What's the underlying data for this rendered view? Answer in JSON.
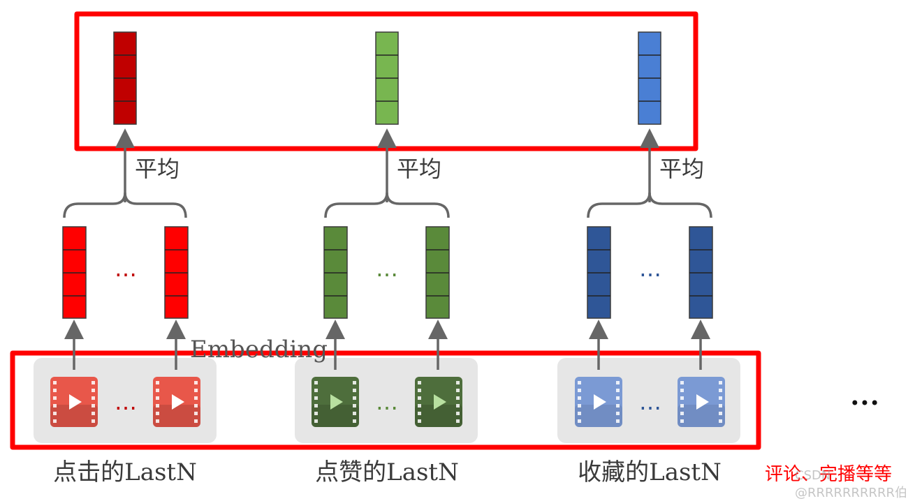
{
  "groups": [
    {
      "key": "click",
      "label": "点击的LastN",
      "avg_label": "平均",
      "colors": {
        "output": "#c00000",
        "embed": "#ff0000",
        "video": "#e8574a",
        "dots": "#c00000"
      }
    },
    {
      "key": "like",
      "label": "点赞的LastN",
      "avg_label": "平均",
      "colors": {
        "output": "#78b650",
        "embed": "#5a8a3a",
        "video": "#4e6e3c",
        "dots": "#5a8a3a"
      }
    },
    {
      "key": "fav",
      "label": "收藏的LastN",
      "avg_label": "平均",
      "colors": {
        "output": "#4a7fd4",
        "embed": "#2f5697",
        "video": "#7b9ad4",
        "dots": "#2f5697"
      }
    }
  ],
  "embedding_label": "Embedding",
  "ellipsis": "…",
  "more_ellipsis": "•••",
  "note": "评论、完播等等",
  "watermark": "CSDN @RRRRRRRRRR伯",
  "colors": {
    "highlight_box": "#ff0000",
    "arrow": "#666666",
    "bracket": "#666666",
    "panel": "#e6e6e6",
    "label_text": "#3a3a3a",
    "note_text": "#ff0000"
  }
}
